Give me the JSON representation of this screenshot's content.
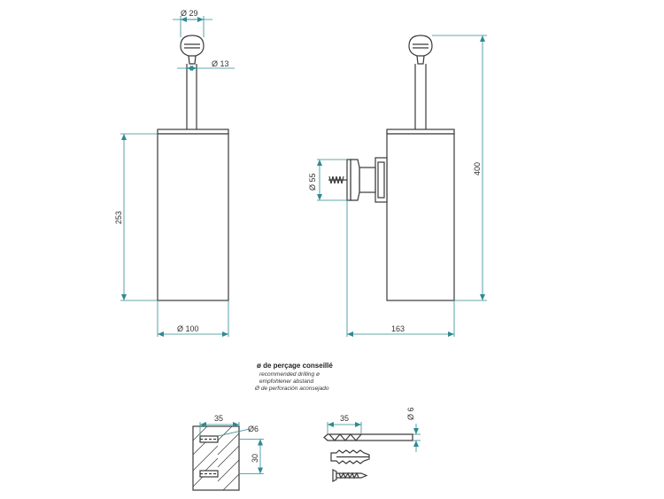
{
  "dimensions": {
    "head_diameter": "Ø 29",
    "handle_diameter": "Ø 13",
    "body_height": "253",
    "body_diameter": "Ø 100",
    "mount_diameter": "Ø 55",
    "total_height": "400",
    "total_depth": "163"
  },
  "drilling_note": {
    "title": "ø de perçage conseillé",
    "line_en": "recommended drilling ø",
    "line_de": "empfohlener abstand",
    "line_es": "Ø de perforación aconsejado"
  },
  "detail_dims": {
    "plate_width": "35",
    "hole_diameter": "Ø6",
    "hole_spacing": "30",
    "drill_depth": "35",
    "drill_diameter": "Ø 6"
  }
}
